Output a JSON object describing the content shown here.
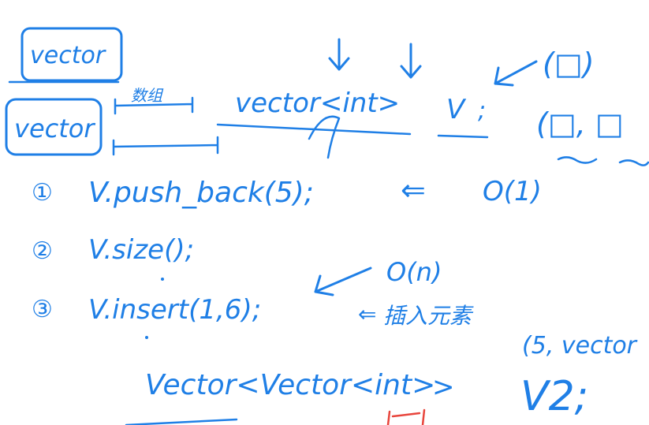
{
  "colors": {
    "ink": "#1f7fe6",
    "accent": "#e8453c",
    "background": "#ffffff"
  },
  "board": {
    "box_top": "vector",
    "box_bottom": "vector",
    "array_label": "数组",
    "decl": "vector<int>",
    "var_v": "V",
    "semicolon": ";",
    "paren_box": "(□)",
    "paren_pair": "(□, □",
    "lines": [
      {
        "num": "①",
        "code": "V.push_back(5);",
        "arrow": "⇐",
        "note": "O(1)"
      },
      {
        "num": "②",
        "code": "V.size();",
        "arrow": "",
        "note": ""
      },
      {
        "num": "③",
        "code": "V.insert(1,6);",
        "arrow": "⇐",
        "note": "插入元素"
      }
    ],
    "big_o": "O(n)",
    "nested_decl": "Vector<Vector<int>",
    "close_angle": ">",
    "var_v2": "V2;",
    "ctor_args": "(5, vector"
  }
}
